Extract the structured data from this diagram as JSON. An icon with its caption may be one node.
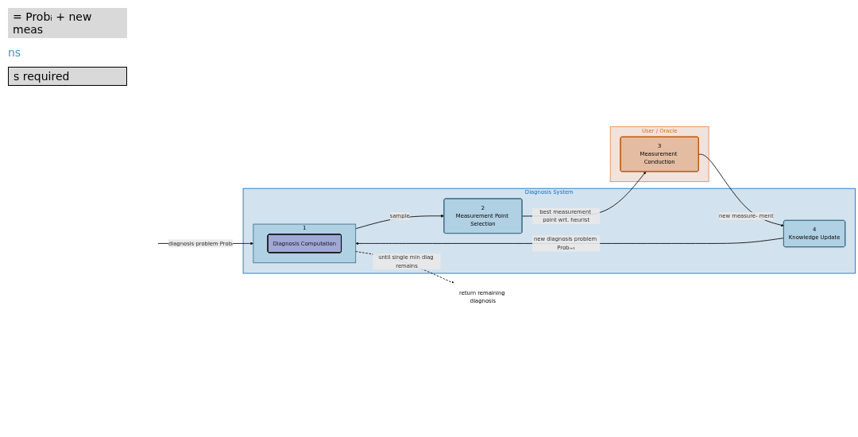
{
  "diagram": {
    "nodes": [
      {
        "text": [
          "Diagnosis System"
        ]
      },
      {
        "text": [
          "1"
        ],
        "in": 0
      },
      {
        "text": [
          "Diagnosis Computation"
        ],
        "in": 1
      },
      {
        "text": [
          "2",
          "Measurement Point Selection"
        ],
        "in": 0
      },
      {
        "text": [
          "4",
          "Knowledge Update"
        ],
        "in": 0
      },
      {
        "text": [
          "User / Oracle"
        ]
      },
      {
        "text": [
          "3",
          "Measurement Conduction"
        ],
        "in": 5
      },
      {
        "text": [
          "return remaining diagnosis"
        ]
      }
    ],
    "edges": [
      {
        "from": null,
        "to": 1,
        "arrow": "to",
        "label": "diagnosis problem Probᵢ"
      },
      {
        "from": 1,
        "to": 3,
        "arrow": "to",
        "label": "sample"
      },
      {
        "from": 3,
        "to": 6,
        "arrow": "to",
        "label": "best measurement point wrt. heurist"
      },
      {
        "from": 6,
        "to": 4,
        "arrow": "to",
        "label": "new measure- ment"
      },
      {
        "from": 4,
        "to": 1,
        "arrow": "to",
        "label": "new diagnosis problem Probᵢ₊₁"
      },
      {
        "from": 1,
        "to": 7,
        "arrow": "to",
        "label": "until single min diag remains",
        "style": "dashed"
      }
    ],
    "labels": [
      "= Probᵢ + new meas",
      "ns",
      "s required"
    ]
  }
}
